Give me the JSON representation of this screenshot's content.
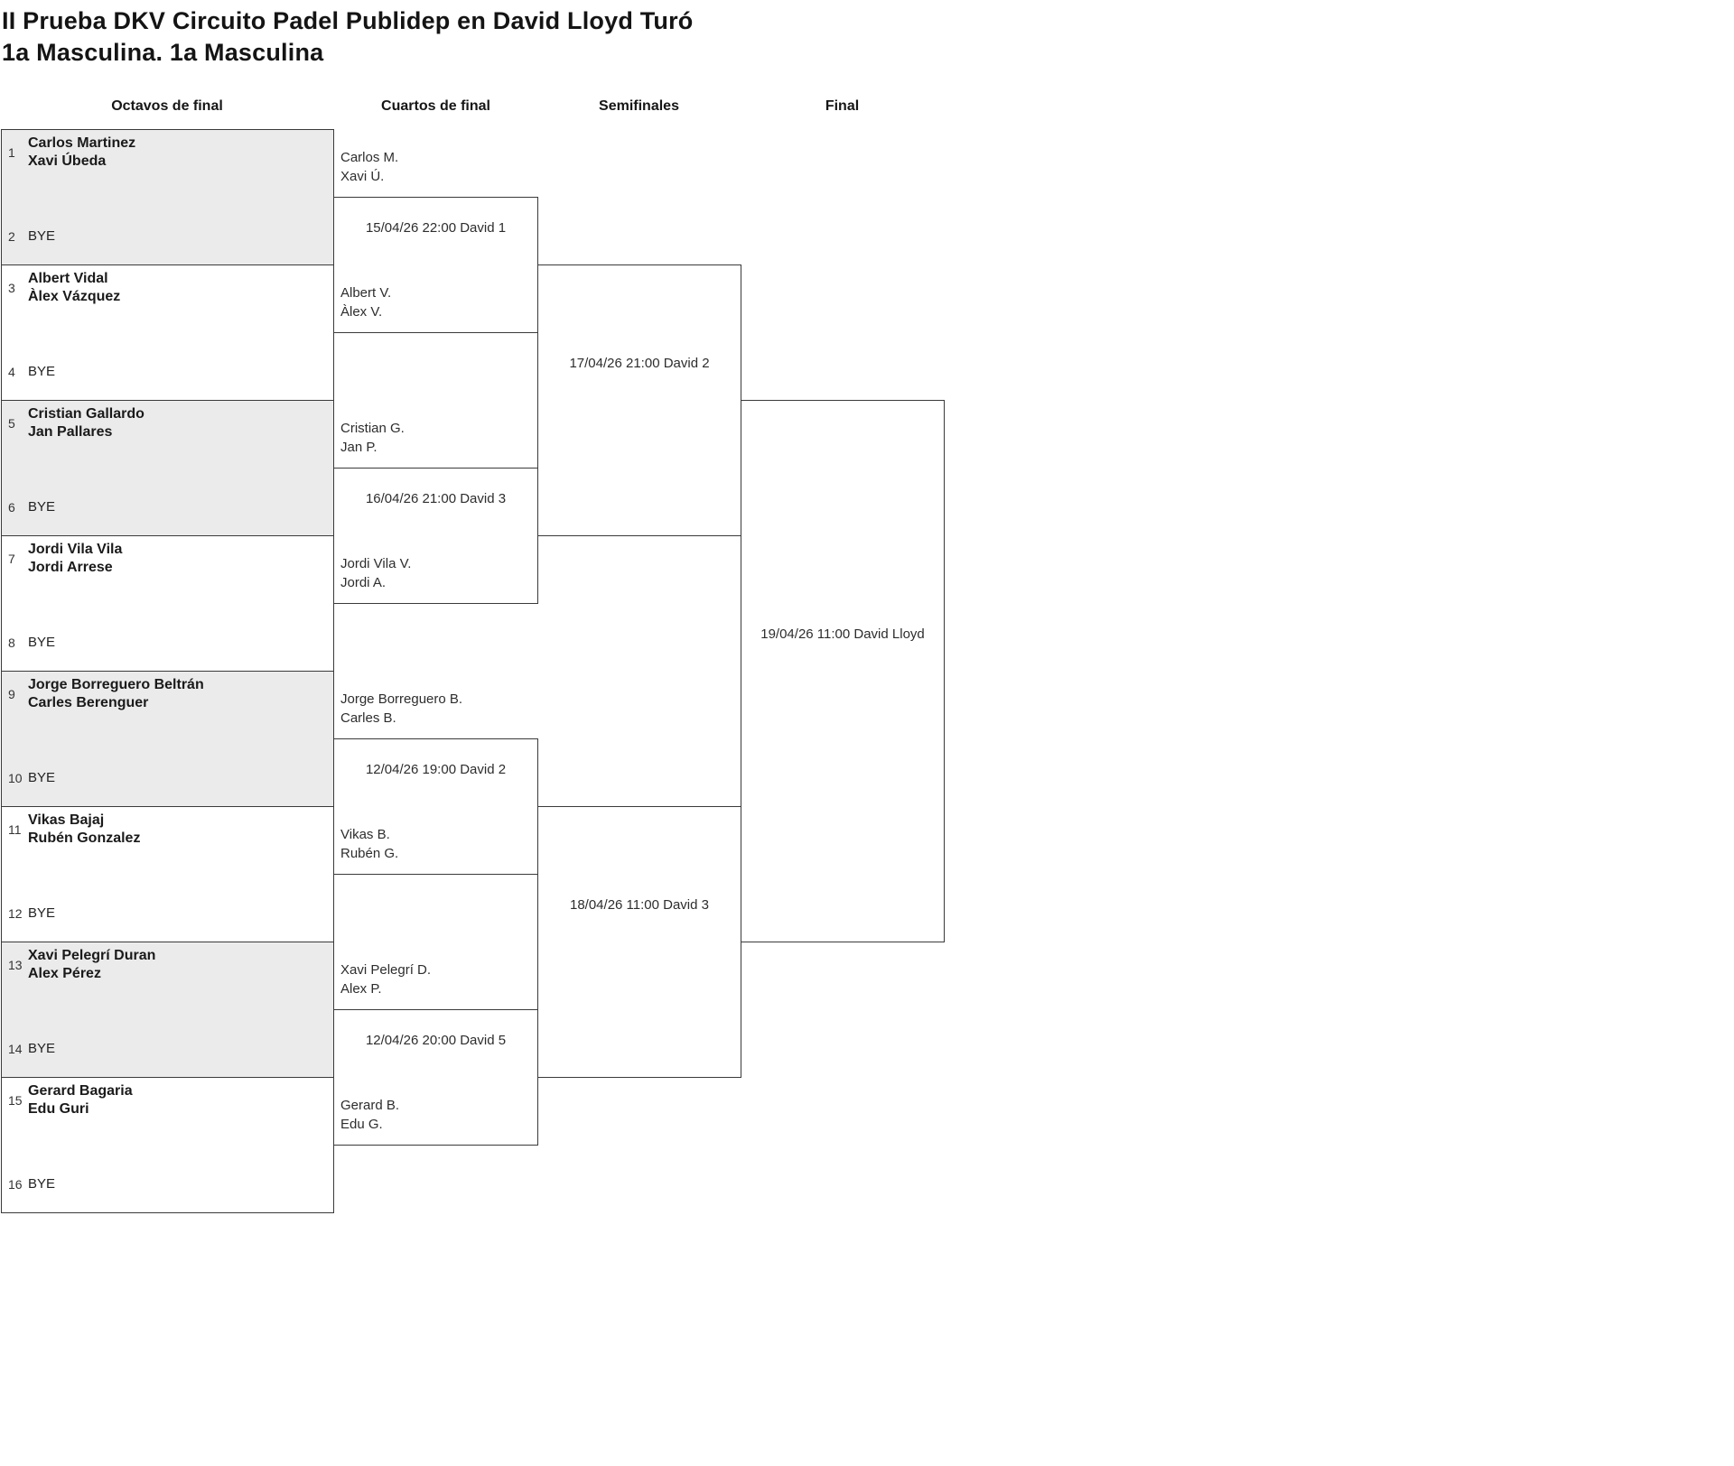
{
  "page": {
    "title": "II Prueba DKV Circuito Padel Publidep en David Lloyd Turó",
    "subtitle": "1a Masculina. 1a Masculina"
  },
  "rounds": [
    "Octavos de final",
    "Cuartos de final",
    "Semifinales",
    "Final"
  ],
  "octavos": [
    {
      "top_seed": "1",
      "top_name1": "Carlos Martinez",
      "top_name2": "Xavi Úbeda",
      "bottom_seed": "2",
      "bottom_name1": "BYE"
    },
    {
      "top_seed": "3",
      "top_name1": "Albert Vidal",
      "top_name2": "Àlex Vázquez",
      "bottom_seed": "4",
      "bottom_name1": "BYE"
    },
    {
      "top_seed": "5",
      "top_name1": "Cristian Gallardo",
      "top_name2": "Jan Pallares",
      "bottom_seed": "6",
      "bottom_name1": "BYE"
    },
    {
      "top_seed": "7",
      "top_name1": "Jordi Vila Vila",
      "top_name2": "Jordi Arrese",
      "bottom_seed": "8",
      "bottom_name1": "BYE"
    },
    {
      "top_seed": "9",
      "top_name1": "Jorge Borreguero Beltrán",
      "top_name2": "Carles Berenguer",
      "bottom_seed": "10",
      "bottom_name1": "BYE"
    },
    {
      "top_seed": "11",
      "top_name1": "Vikas Bajaj",
      "top_name2": "Rubén Gonzalez",
      "bottom_seed": "12",
      "bottom_name1": "BYE"
    },
    {
      "top_seed": "13",
      "top_name1": "Xavi Pelegrí Duran",
      "top_name2": "Alex Pérez",
      "bottom_seed": "14",
      "bottom_name1": "BYE"
    },
    {
      "top_seed": "15",
      "top_name1": "Gerard Bagaria",
      "top_name2": "Edu Guri",
      "bottom_seed": "16",
      "bottom_name1": "BYE"
    }
  ],
  "cuartos": [
    {
      "schedule": "15/04/26 22:00 David 1",
      "entrant_top_1": "Carlos M.",
      "entrant_top_2": "Xavi Ú.",
      "entrant_bottom_1": "Albert V.",
      "entrant_bottom_2": "Àlex V."
    },
    {
      "schedule": "16/04/26 21:00 David 3",
      "entrant_top_1": "Cristian G.",
      "entrant_top_2": "Jan P.",
      "entrant_bottom_1": "Jordi Vila V.",
      "entrant_bottom_2": "Jordi A."
    },
    {
      "schedule": "12/04/26 19:00 David 2",
      "entrant_top_1": "Jorge Borreguero B.",
      "entrant_top_2": "Carles B.",
      "entrant_bottom_1": "Vikas B.",
      "entrant_bottom_2": "Rubén G."
    },
    {
      "schedule": "12/04/26 20:00 David 5",
      "entrant_top_1": "Xavi Pelegrí D.",
      "entrant_top_2": "Alex P.",
      "entrant_bottom_1": "Gerard B.",
      "entrant_bottom_2": "Edu G."
    }
  ],
  "semifinales": [
    {
      "schedule": "17/04/26 21:00 David 2"
    },
    {
      "schedule": "18/04/26 11:00 David 3"
    }
  ],
  "final": {
    "schedule": "19/04/26 11:00 David Lloyd"
  },
  "colors": {
    "shaded_match_bg": "#ebebeb",
    "border": "#3a3a3a",
    "text_primary": "#1a1a1a",
    "text_secondary": "#2d2d2d"
  }
}
